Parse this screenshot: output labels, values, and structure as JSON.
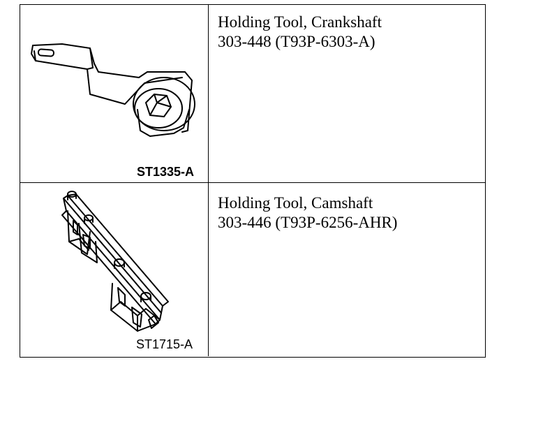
{
  "tools": [
    {
      "name": "Holding Tool, Crankshaft",
      "number": "303-448 (T93P-6303-A)",
      "art_code": "ST1335-A",
      "icon": "crankshaft-holding-tool-icon"
    },
    {
      "name": "Holding Tool, Camshaft",
      "number": "303-446 (T93P-6256-AHR)",
      "art_code": "ST1715-A",
      "icon": "camshaft-holding-tool-icon"
    }
  ],
  "colors": {
    "ink": "#000000",
    "background": "#ffffff"
  }
}
